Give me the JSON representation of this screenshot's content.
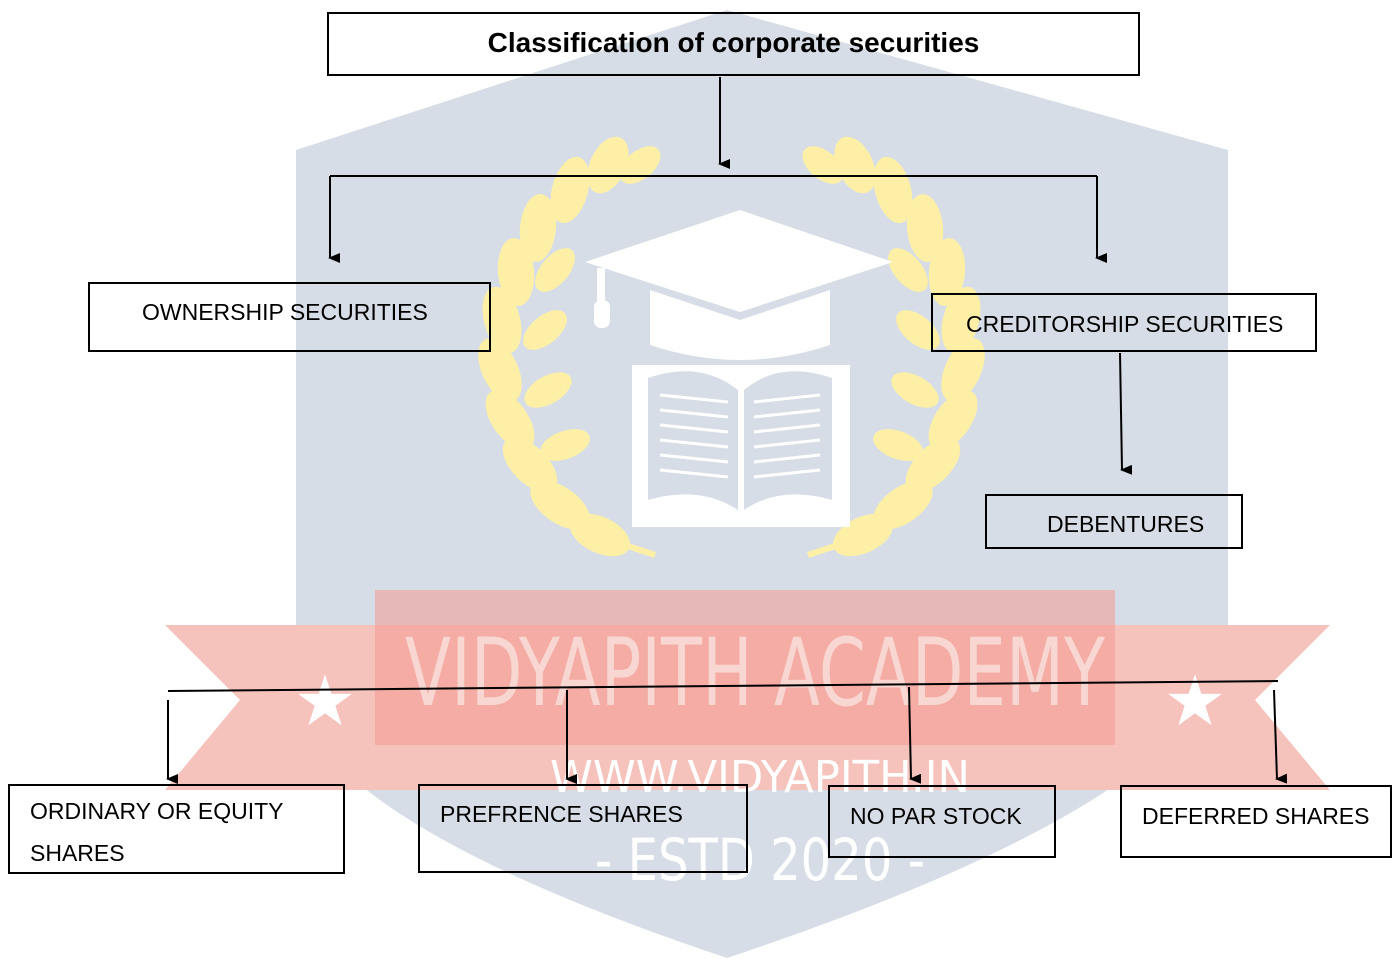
{
  "title": "Classification of corporate securities",
  "level1": {
    "ownership": "OWNERSHIP SECURITIES",
    "creditorship": "CREDITORSHIP SECURITIES"
  },
  "debentures": "DEBENTURES",
  "ownership_types": {
    "equity_line1": "ORDINARY OR EQUITY",
    "equity_line2": "SHARES",
    "preference": "PREFRENCE SHARES",
    "no_par": "NO PAR STOCK",
    "deferred": "DEFERRED SHARES"
  },
  "watermark": {
    "name": "VIDYAPITH ACADEMY",
    "url": "WWW.VIDYAPITH.IN",
    "established": "- ESTD 2020 -"
  },
  "colors": {
    "shield": "#d4dbe4",
    "ribbon": "#f8c9c4",
    "ribbon_text": "#f7bdb6",
    "laurel": "#fcefa8",
    "cap": "#ffffff",
    "line": "#000000"
  }
}
